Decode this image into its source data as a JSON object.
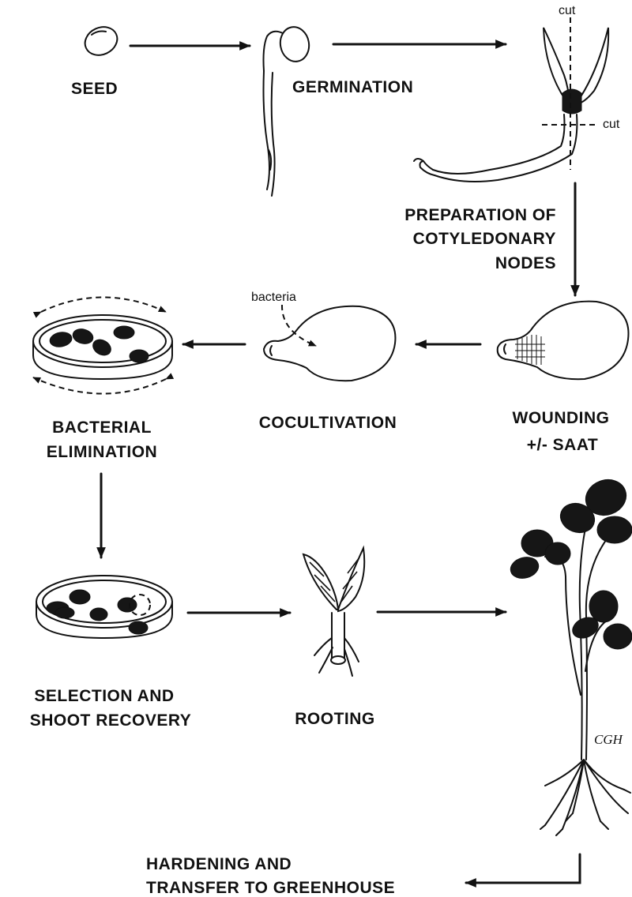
{
  "steps": {
    "seed": "SEED",
    "germination": "GERMINATION",
    "preparation": [
      "PREPARATION OF",
      "COTYLEDONARY",
      "NODES"
    ],
    "wounding": [
      "WOUNDING",
      "+/-  SAAT"
    ],
    "cocultivation": "COCULTIVATION",
    "bacterial_elimination": [
      "BACTERIAL",
      "ELIMINATION"
    ],
    "selection": [
      "SELECTION AND",
      "SHOOT RECOVERY"
    ],
    "rooting": "ROOTING",
    "hardening": [
      "HARDENING AND",
      "TRANSFER TO GREENHOUSE"
    ]
  },
  "annotations": {
    "cut_top": "cut",
    "cut_side": "cut",
    "bacteria": "bacteria",
    "artist_initials": "CGH"
  },
  "colors": {
    "ink": "#111111",
    "background": "#ffffff"
  }
}
